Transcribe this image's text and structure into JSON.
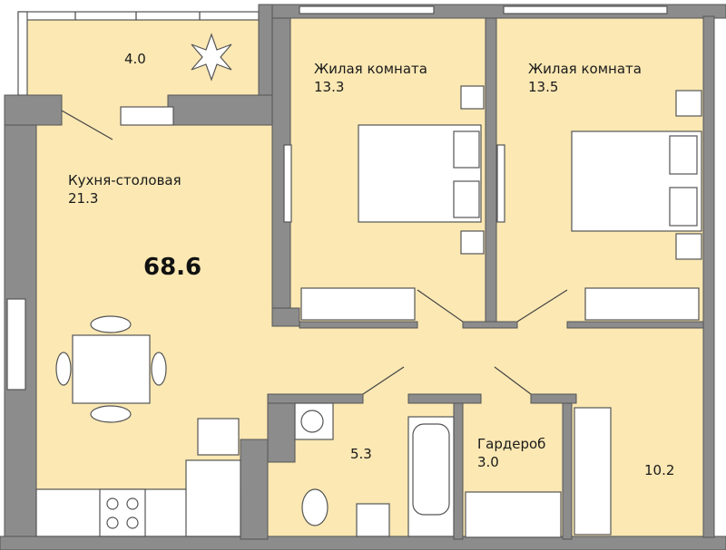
{
  "plan": {
    "total_area": "68.6",
    "colors": {
      "floor": "#fbe8b3",
      "wall": "#8c8c8c"
    },
    "rooms": {
      "balcony": {
        "area": "4.0"
      },
      "kitchen": {
        "name": "Кухня-столовая",
        "area": "21.3"
      },
      "bedroom1": {
        "name": "Жилая комната",
        "area": "13.3"
      },
      "bedroom2": {
        "name": "Жилая комната",
        "area": "13.5"
      },
      "bathroom": {
        "area": "5.3"
      },
      "wardrobe": {
        "name": "Гардероб",
        "area": "3.0"
      },
      "hall": {
        "area": "10.2"
      }
    }
  }
}
